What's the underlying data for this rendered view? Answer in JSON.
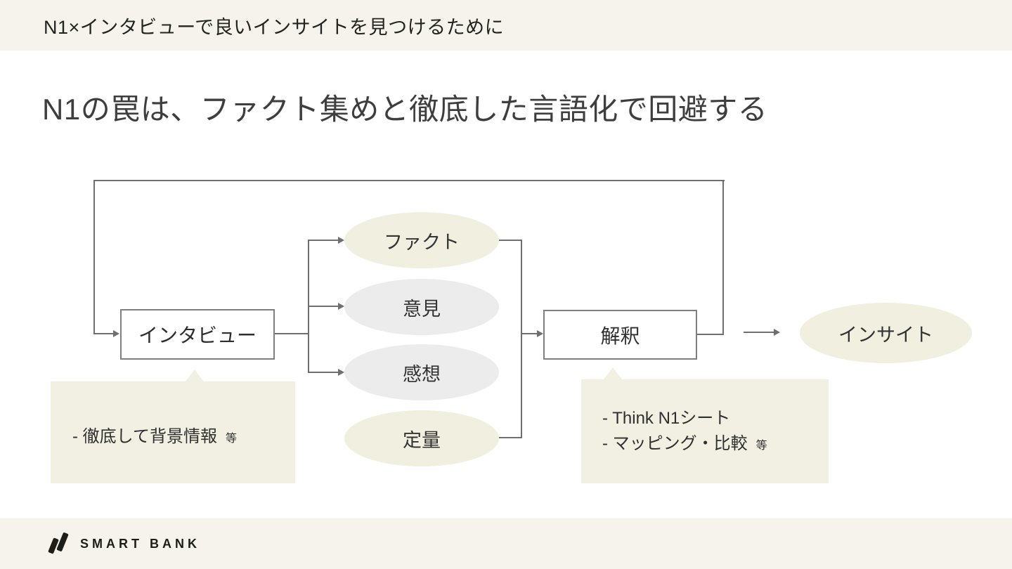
{
  "header": {
    "title": "N1×インタビューで良いインサイトを見つけるために"
  },
  "title": "N1の罠は、ファクト集めと徹底した言語化で回避する",
  "diagram": {
    "interview": "インタビュー",
    "interpret": "解釈",
    "insight": "インサイト",
    "outputs": [
      {
        "label": "ファクト",
        "variant": "cream"
      },
      {
        "label": "意見",
        "variant": "gray"
      },
      {
        "label": "感想",
        "variant": "gray"
      },
      {
        "label": "定量",
        "variant": "cream"
      }
    ],
    "interview_note": {
      "line1": "-  徹底して背景情報",
      "etc": "等"
    },
    "interpret_note": {
      "line1": "-  Think N1シート",
      "line2": "-  マッピング・比較",
      "etc": "等"
    }
  },
  "footer": {
    "logo_text": "SMART BANK"
  },
  "colors": {
    "band": "#f5f3ec",
    "cream_shape": "#f1efe0",
    "gray_shape": "#ececec",
    "connector": "#6f6f6f",
    "text": "#333333"
  }
}
